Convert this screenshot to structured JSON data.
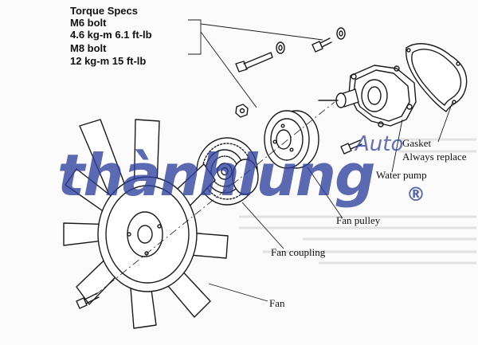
{
  "specs": {
    "heading": "Torque Specs",
    "m6_label": "M6 bolt",
    "m6_value": "4.6 kg-m 6.1 ft-lb",
    "m8_label": "M8 bolt",
    "m8_value": "12 kg-m 15 ft-lb"
  },
  "labels": {
    "gasket": "Gasket",
    "always_replace": "Always replace",
    "water_pump": "Water pump",
    "fan_pulley": "Fan pulley",
    "fan_coupling": "Fan coupling",
    "fan": "Fan"
  },
  "watermark": {
    "brand": "thànhlung",
    "sub": "Auto",
    "registered": "®",
    "color": "#2f3f9e"
  }
}
